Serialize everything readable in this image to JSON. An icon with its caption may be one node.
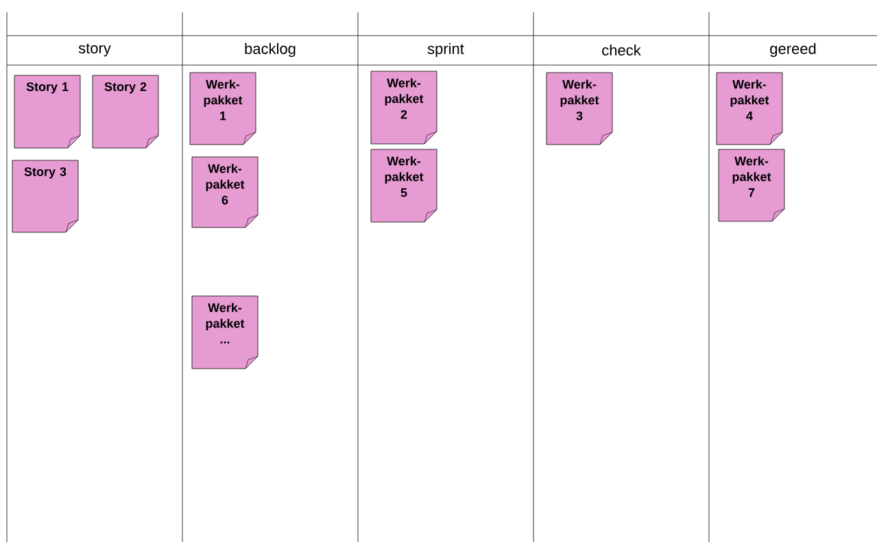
{
  "diagram": {
    "nodes": [
      {
        "text": [
          "story"
        ]
      },
      {
        "text": [
          "backlog"
        ]
      },
      {
        "text": [
          "sprint"
        ]
      },
      {
        "text": [
          "check"
        ]
      },
      {
        "text": [
          "gereed"
        ]
      },
      {
        "text": [
          "Story 1"
        ],
        "in": 0
      },
      {
        "text": [
          "Story 2"
        ],
        "in": 0
      },
      {
        "text": [
          "Story 3"
        ],
        "in": 0
      },
      {
        "text": [
          "Werk- pakket 1"
        ],
        "in": 1
      },
      {
        "text": [
          "Werk- pakket 6"
        ],
        "in": 1
      },
      {
        "text": [
          "Werk- pakket ..."
        ],
        "in": 1
      },
      {
        "text": [
          "Werk- pakket 2"
        ],
        "in": 2
      },
      {
        "text": [
          "Werk- pakket 5"
        ],
        "in": 2
      },
      {
        "text": [
          "Werk- pakket 3"
        ],
        "in": 3
      },
      {
        "text": [
          "Werk- pakket 4"
        ],
        "in": 4
      },
      {
        "text": [
          "Werk- pakket 7"
        ],
        "in": 4
      }
    ],
    "edges": []
  }
}
